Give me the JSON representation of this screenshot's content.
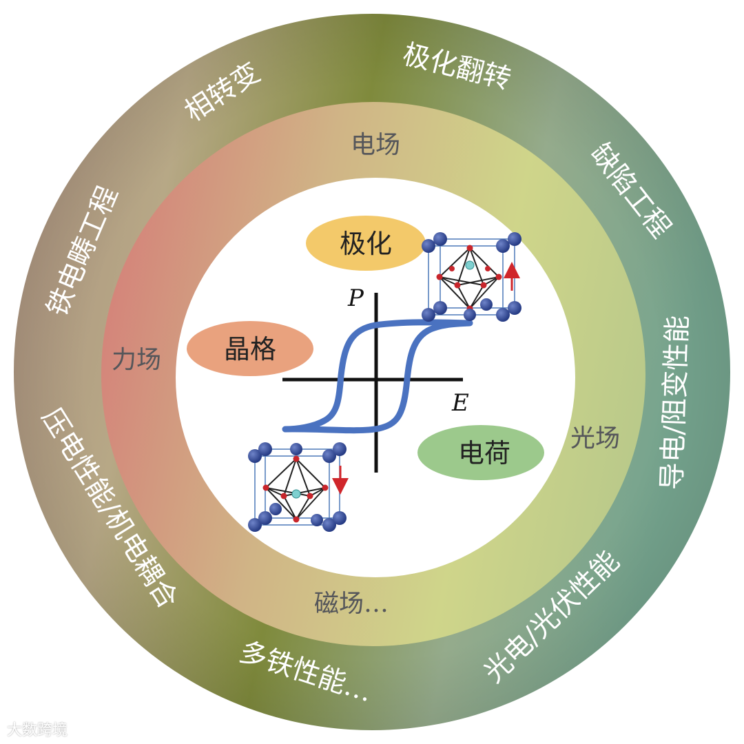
{
  "outer_ring": {
    "phase_transition": "相转变",
    "polarization_switching": "极化翻转",
    "defect_engineering": "缺陷工程",
    "conductive_resistive": "导电/阻变性能",
    "photoelectric_photovoltaic": "光电/光伏性能",
    "multiferroic": "多铁性能…",
    "piezoelectric": "压电性能/机电耦合",
    "domain_engineering": "铁电畴工程"
  },
  "middle_ring": {
    "electric_field": "电场",
    "force_field": "力场",
    "light_field": "光场",
    "magnetic_field": "磁场…"
  },
  "center": {
    "polarization": "极化",
    "lattice": "晶格",
    "charge": "电荷",
    "axis_p": "P",
    "axis_e": "E"
  },
  "colors": {
    "outer_left": "#a98e7e",
    "outer_top": "#7f8a3c",
    "outer_right": "#7fa58c",
    "middle_left": "#d4847a",
    "middle_right": "#cfd58a",
    "bubble_polarization": "#f3c96a",
    "bubble_lattice": "#e9a27e",
    "bubble_charge": "#9cc98c",
    "loop": "#4a72c0"
  },
  "watermark": "大数跨境"
}
